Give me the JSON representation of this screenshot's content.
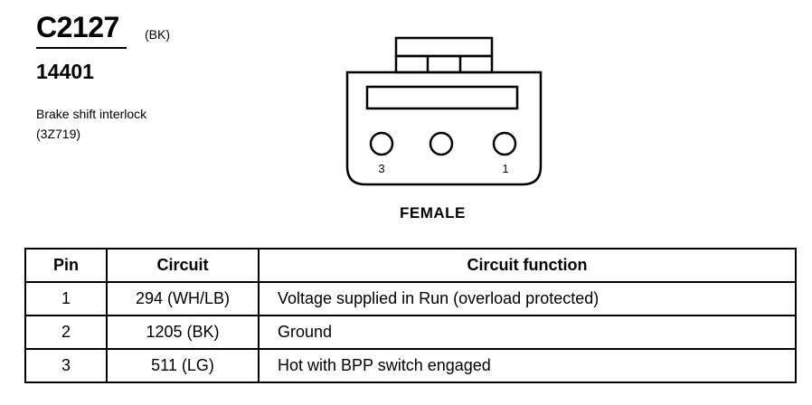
{
  "header": {
    "connector_id": "C2127",
    "color_code": "(BK)",
    "part_number": "14401",
    "description_line1": "Brake shift interlock",
    "description_line2": "(3Z719)"
  },
  "connector_view": {
    "gender_label": "FEMALE",
    "pin_label_left": "3",
    "pin_label_right": "1"
  },
  "table": {
    "headers": {
      "pin": "Pin",
      "circuit": "Circuit",
      "function": "Circuit function"
    },
    "rows": [
      {
        "pin": "1",
        "circuit": "294 (WH/LB)",
        "function": "Voltage supplied in Run (overload protected)"
      },
      {
        "pin": "2",
        "circuit": "1205 (BK)",
        "function": "Ground"
      },
      {
        "pin": "3",
        "circuit": "511 (LG)",
        "function": "Hot with BPP switch engaged"
      }
    ]
  }
}
